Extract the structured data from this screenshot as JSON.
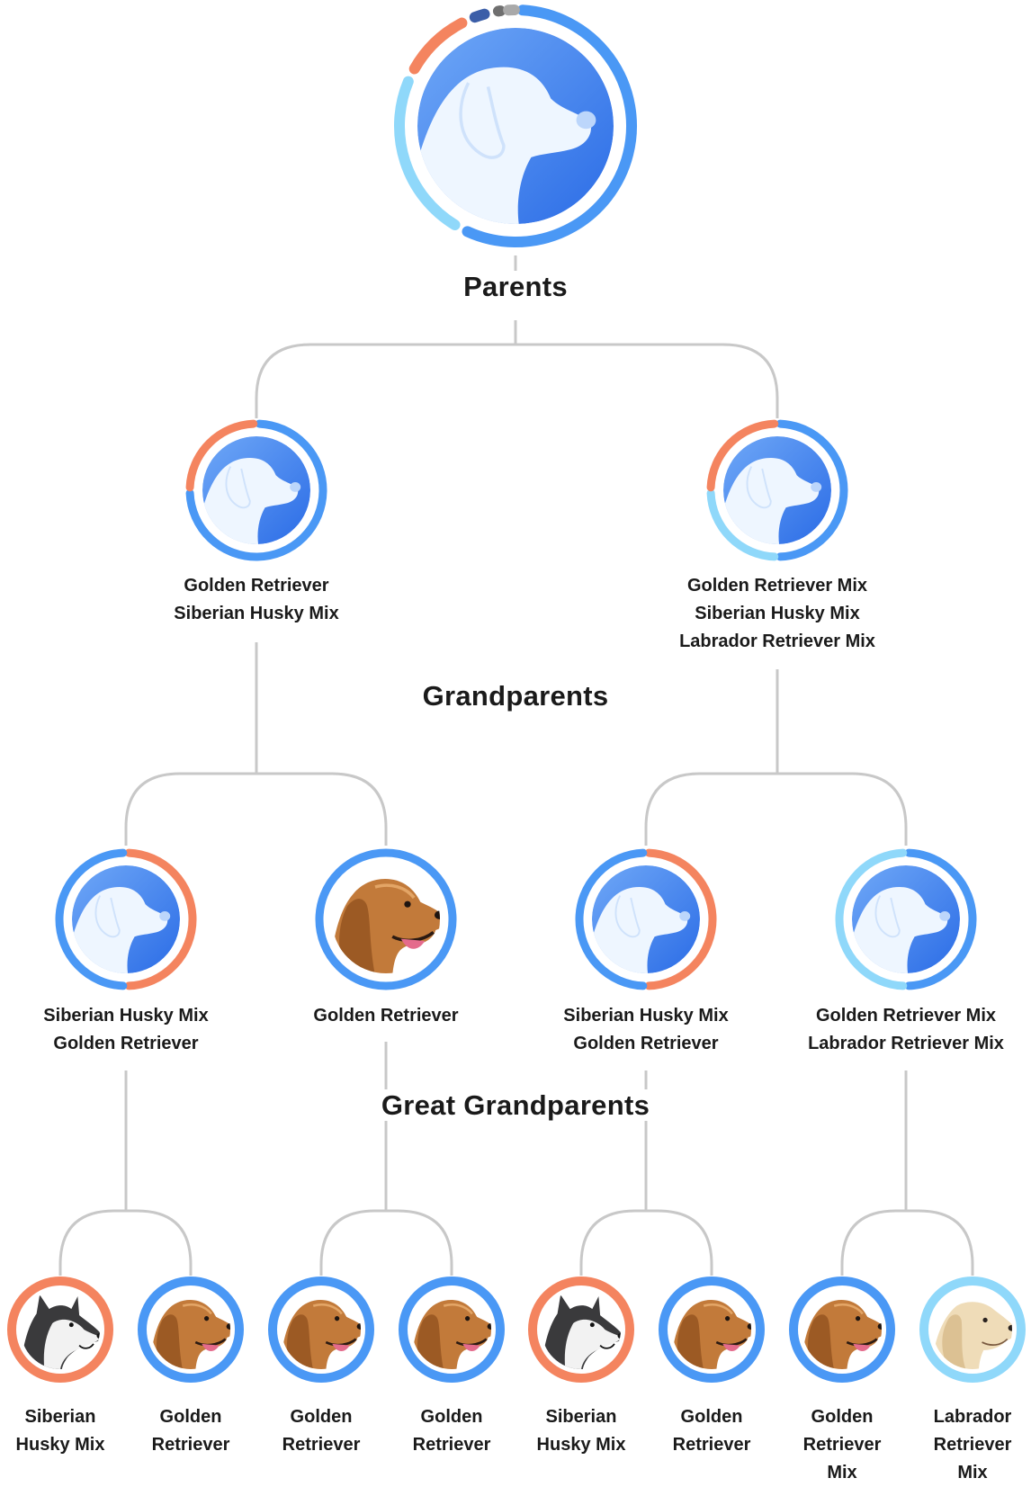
{
  "sections": {
    "parents": "Parents",
    "grandparents": "Grandparents",
    "great_grandparents": "Great Grandparents"
  },
  "colors": {
    "blue": "#4a98f5",
    "orange": "#f4845f",
    "light_blue": "#8fd8fa",
    "connector": "#c8c8c8",
    "avatar_dark": "#2f6fe6",
    "avatar_light": "#eef6ff"
  },
  "legend_colors_top_dots": [
    "#3b5ea8",
    "#6f6f6f",
    "#a9a9a9",
    "#bdbdbd"
  ],
  "subject": {
    "icon": "dog-silhouette-icon",
    "breed_shares": [
      {
        "color": "blue",
        "percent": 52
      },
      {
        "color": "light_blue",
        "percent": 22
      },
      {
        "color": "orange",
        "percent": 10
      },
      {
        "color": "dark_blue_dot",
        "percent": 3
      },
      {
        "color": "grey_dot",
        "percent": 2
      },
      {
        "color": "light_grey_dot",
        "percent": 1
      }
    ]
  },
  "parents": [
    {
      "lines": [
        "Golden Retriever",
        "Siberian Husky Mix"
      ],
      "icon": "dog-silhouette-icon",
      "breed_shares": [
        {
          "color": "blue",
          "percent": 75
        },
        {
          "color": "orange",
          "percent": 25
        }
      ]
    },
    {
      "lines": [
        "Golden Retriever Mix",
        "Siberian Husky Mix",
        "Labrador Retriever Mix"
      ],
      "icon": "dog-silhouette-icon",
      "breed_shares": [
        {
          "color": "blue",
          "percent": 50
        },
        {
          "color": "light_blue",
          "percent": 25
        },
        {
          "color": "orange",
          "percent": 25
        }
      ]
    }
  ],
  "grandparents": [
    {
      "lines": [
        "Siberian Husky Mix",
        "Golden Retriever"
      ],
      "icon": "dog-silhouette-icon",
      "breed_shares": [
        {
          "color": "orange",
          "percent": 50
        },
        {
          "color": "blue",
          "percent": 50
        }
      ]
    },
    {
      "lines": [
        "Golden Retriever"
      ],
      "icon": "golden-retriever-icon",
      "breed_shares": [
        {
          "color": "blue",
          "percent": 100
        }
      ]
    },
    {
      "lines": [
        "Siberian Husky Mix",
        "Golden Retriever"
      ],
      "icon": "dog-silhouette-icon",
      "breed_shares": [
        {
          "color": "orange",
          "percent": 50
        },
        {
          "color": "blue",
          "percent": 50
        }
      ]
    },
    {
      "lines": [
        "Golden Retriever Mix",
        "Labrador Retriever Mix"
      ],
      "icon": "dog-silhouette-icon",
      "breed_shares": [
        {
          "color": "blue",
          "percent": 50
        },
        {
          "color": "light_blue",
          "percent": 50
        }
      ]
    }
  ],
  "great_grandparents": [
    {
      "lines": [
        "Siberian",
        "Husky Mix"
      ],
      "icon": "siberian-husky-icon",
      "ring": "orange"
    },
    {
      "lines": [
        "Golden",
        "Retriever"
      ],
      "icon": "golden-retriever-icon",
      "ring": "blue"
    },
    {
      "lines": [
        "Golden",
        "Retriever"
      ],
      "icon": "golden-retriever-icon",
      "ring": "blue"
    },
    {
      "lines": [
        "Golden",
        "Retriever"
      ],
      "icon": "golden-retriever-icon",
      "ring": "blue"
    },
    {
      "lines": [
        "Siberian",
        "Husky Mix"
      ],
      "icon": "siberian-husky-icon",
      "ring": "orange"
    },
    {
      "lines": [
        "Golden",
        "Retriever"
      ],
      "icon": "golden-retriever-icon",
      "ring": "blue"
    },
    {
      "lines": [
        "Golden",
        "Retriever",
        "Mix"
      ],
      "icon": "golden-retriever-icon",
      "ring": "blue"
    },
    {
      "lines": [
        "Labrador",
        "Retriever",
        "Mix"
      ],
      "icon": "labrador-retriever-icon",
      "ring": "light_blue"
    }
  ]
}
